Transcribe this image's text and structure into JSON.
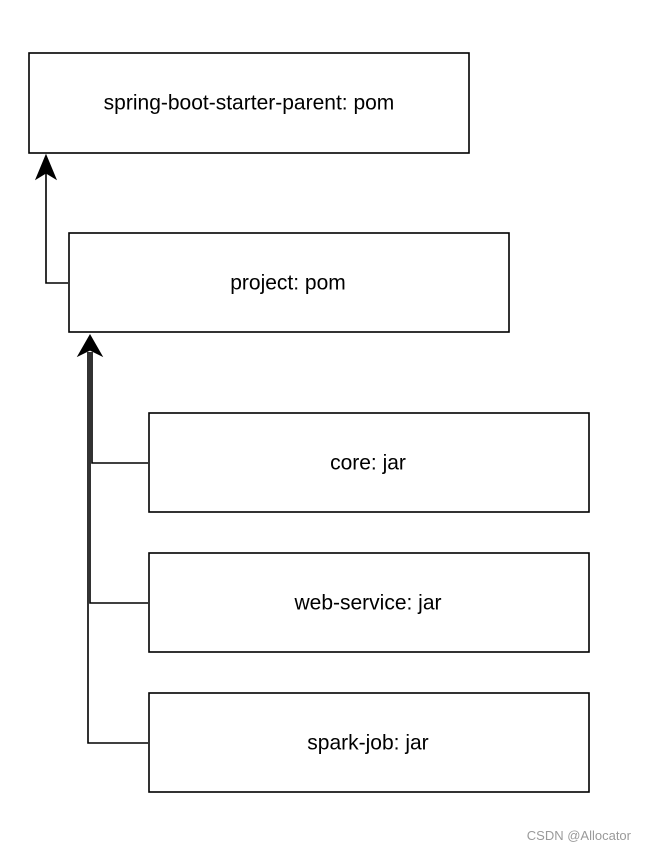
{
  "nodes": {
    "parent": "spring-boot-starter-parent: pom",
    "project": "project: pom",
    "core": "core: jar",
    "web_service": "web-service: jar",
    "spark_job": "spark-job: jar"
  },
  "watermark": "CSDN @Allocator",
  "colors": {
    "stroke": "#000000",
    "background": "#ffffff",
    "watermark": "#9a9a9a"
  }
}
